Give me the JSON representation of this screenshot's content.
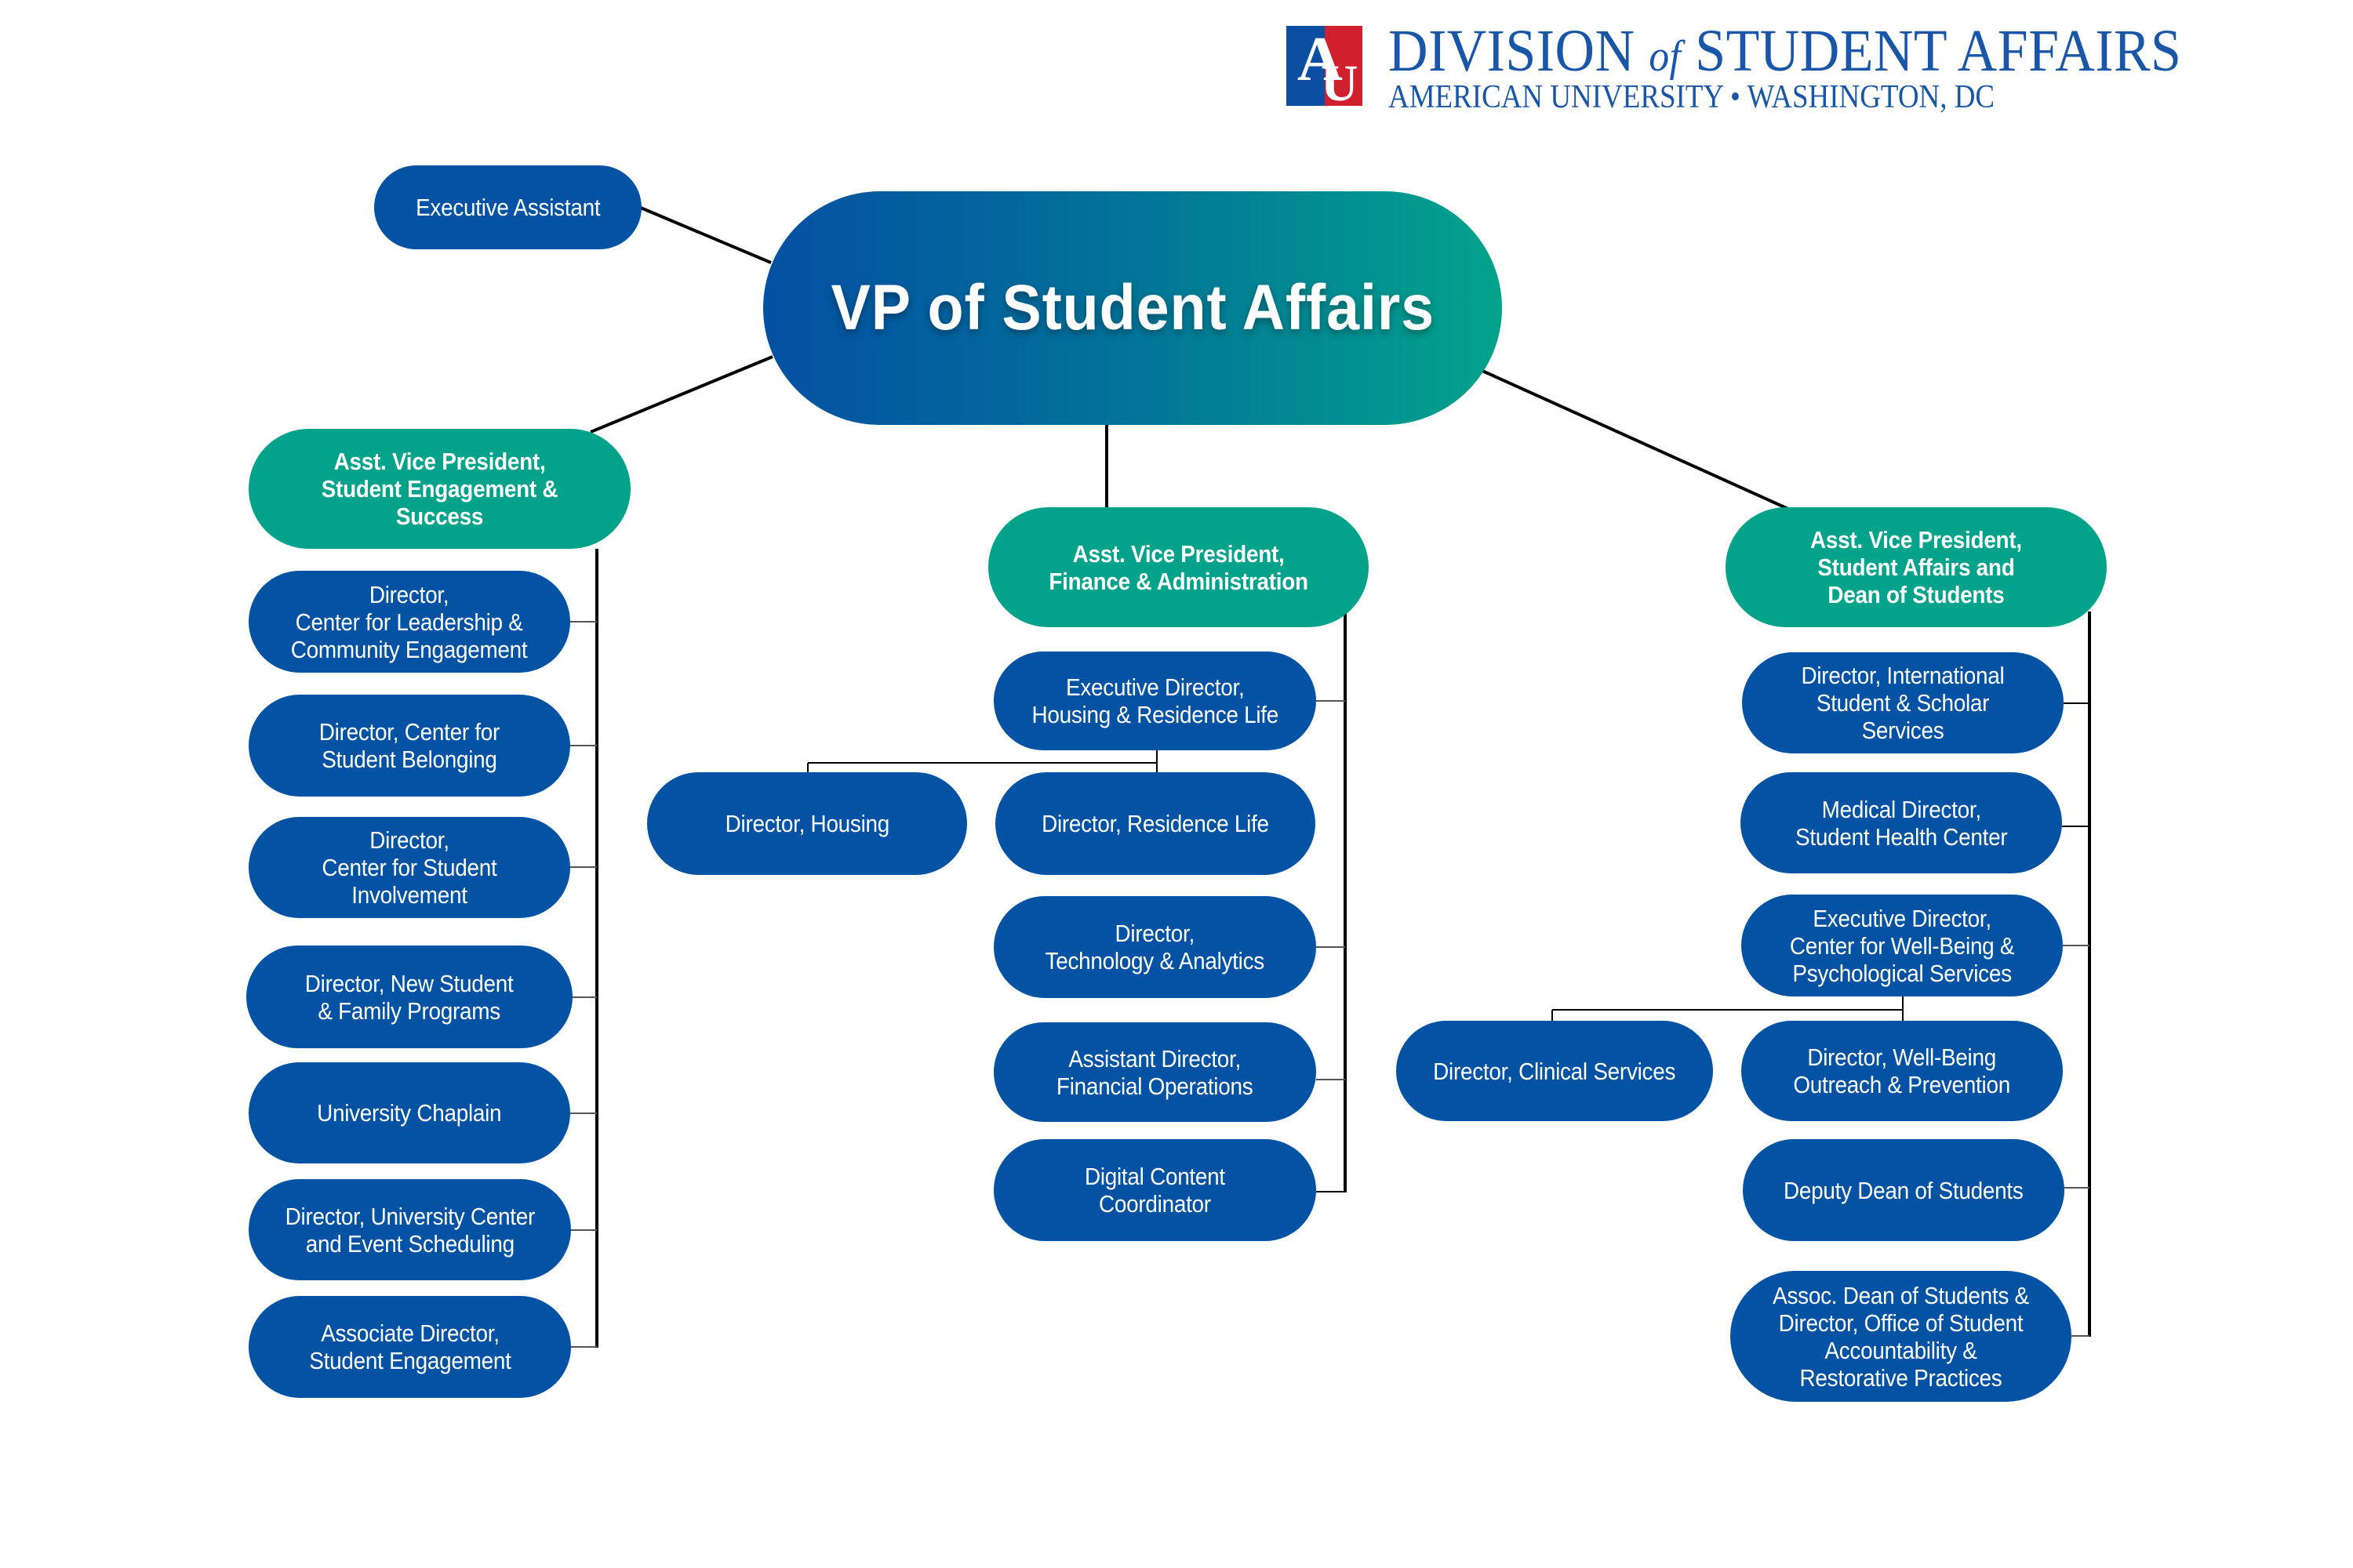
{
  "header": {
    "logo_letters": [
      "A",
      "U"
    ],
    "title_part1": "DIVISION",
    "title_of": "of",
    "title_part2": "STUDENT AFFAIRS",
    "subtitle_part1": "AMERICAN UNIVERSITY",
    "subtitle_sep": "•",
    "subtitle_part2": "WASHINGTON,  DC"
  },
  "colors": {
    "box_blue": "#0352a3",
    "avp_teal": "#02a38a",
    "vp_gradient_start": "#0450a3",
    "vp_gradient_end": "#02a38c",
    "brand_blue": "#1a56a7",
    "brand_red": "#d0202e",
    "line": "#000000"
  },
  "org": {
    "vp": {
      "label": "VP of Student Affairs"
    },
    "executive_assistant": {
      "label": "Executive Assistant"
    },
    "left": {
      "avp": "Asst. Vice President,\nStudent Engagement &\nSuccess",
      "reports": [
        "Director,\nCenter for Leadership &\nCommunity Engagement",
        "Director, Center for\nStudent Belonging",
        "Director,\nCenter for Student\nInvolvement",
        "Director, New Student\n& Family Programs",
        "University Chaplain",
        "Director, University Center\nand Event Scheduling",
        "Associate Director,\nStudent Engagement"
      ]
    },
    "middle": {
      "avp": "Asst. Vice President,\nFinance & Administration",
      "reports": [
        "Executive Director,\nHousing & Residence Life",
        "Director, Residence Life",
        "Director,\nTechnology & Analytics",
        "Assistant Director,\nFinancial Operations",
        "Digital Content\nCoordinator"
      ],
      "sub_reports": [
        "Director, Housing"
      ]
    },
    "right": {
      "avp": "Asst. Vice President,\nStudent Affairs and\nDean of Students",
      "reports": [
        "Director,  International\nStudent & Scholar Services",
        "Medical Director,\nStudent Health Center",
        "Executive Director,\nCenter for Well-Being &\nPsychological Services",
        "Director,  Well-Being\nOutreach & Prevention",
        "Deputy Dean of Students",
        "Assoc. Dean of Students &\nDirector, Office of Student\nAccountability &\nRestorative Practices"
      ],
      "sub_reports": [
        "Director, Clinical Services"
      ]
    }
  }
}
